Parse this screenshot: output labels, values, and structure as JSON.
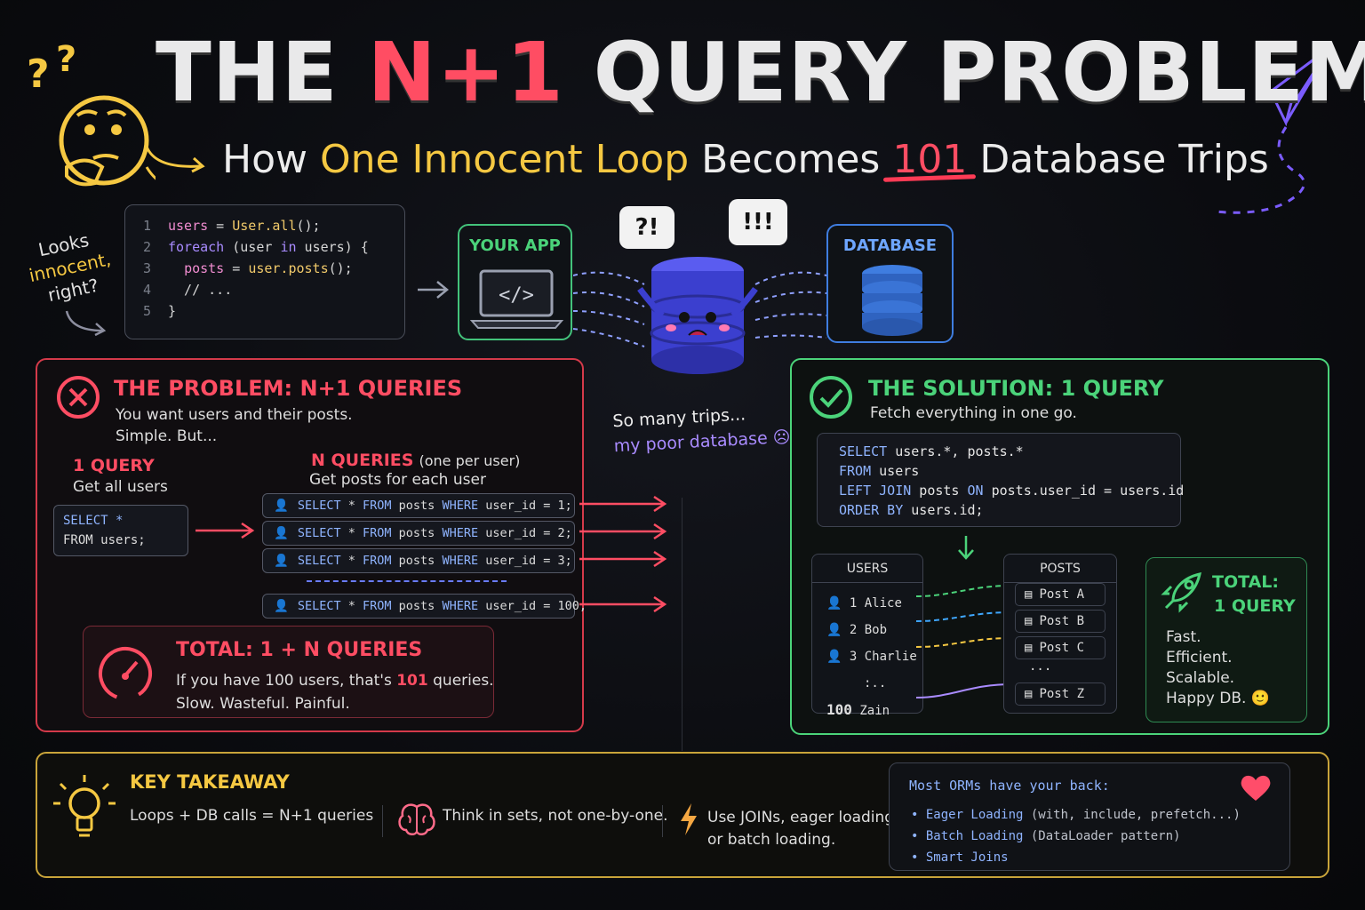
{
  "title": {
    "prefix": "THE ",
    "accent": "N+1",
    "suffix": " QUERY PROBLEM:"
  },
  "subtitle": {
    "part1": "How ",
    "highlight": "One Innocent Loop",
    "part2": " Becomes ",
    "number": "101",
    "part3": " Database Trips"
  },
  "note_looks": {
    "line1": "Looks",
    "line2": "innocent,",
    "line3": "right?"
  },
  "code": {
    "lines": [
      {
        "num": "1",
        "text": "users = User.all();"
      },
      {
        "num": "2",
        "text": "foreach (user in users) {"
      },
      {
        "num": "3",
        "text": "  posts = user.posts();"
      },
      {
        "num": "4",
        "text": "  // ..."
      },
      {
        "num": "5",
        "text": "}"
      }
    ]
  },
  "app": {
    "title": "YOUR APP",
    "icon": "laptop-code-icon"
  },
  "database": {
    "title": "DATABASE",
    "icon": "database-stack-icon"
  },
  "mascot": {
    "bubble1": "?!",
    "bubble2": "!!!",
    "caption1": "So many trips...",
    "caption2": "my poor database ☹"
  },
  "problem": {
    "title_prefix": "THE PROBLEM: ",
    "title_accent": "N+1 QUERIES",
    "desc1": "You want users and their posts.",
    "desc2": "Simple. But...",
    "one_query_title": "1 QUERY",
    "one_query_desc": "Get all users",
    "one_query_sql1": "SELECT *",
    "one_query_sql2": "FROM users;",
    "n_title": "N QUERIES",
    "n_note": "(one per user)",
    "n_desc": "Get posts for each user",
    "queries": [
      {
        "id": "1;"
      },
      {
        "id": "2;"
      },
      {
        "id": "3;"
      },
      {
        "id": "100;"
      }
    ],
    "sql_select": "SELECT",
    "sql_star": "*",
    "sql_from": "FROM",
    "sql_table": "posts",
    "sql_where": "WHERE",
    "sql_cond": "user_id =",
    "total_label": "TOTAL:",
    "total_value": "1 + N QUERIES",
    "total_desc_pre": "If you have 100 users, that's ",
    "total_desc_num": "101",
    "total_desc_post": " queries.",
    "total_desc2": "Slow. Wasteful. Painful."
  },
  "solution": {
    "title_prefix": "THE SOLUTION: ",
    "title_accent": "1 QUERY",
    "desc": "Fetch everything in one go.",
    "sql": [
      {
        "kw": "SELECT",
        "rest": " users.*, posts.*"
      },
      {
        "kw": "FROM",
        "rest": " users"
      },
      {
        "kw": "LEFT JOIN",
        "rest": " posts ",
        "kw2": "ON",
        "rest2": " posts.user_id = users.id"
      },
      {
        "kw": "ORDER BY",
        "rest": " users.id;"
      }
    ],
    "users_header": "USERS",
    "posts_header": "POSTS",
    "users": [
      {
        "num": "1",
        "name": "Alice"
      },
      {
        "num": "2",
        "name": "Bob"
      },
      {
        "num": "3",
        "name": "Charlie"
      }
    ],
    "users_ellipsis": ":..",
    "last_user_num": "100",
    "last_user_name": "Zain",
    "posts": [
      "Post A",
      "Post B",
      "Post C"
    ],
    "posts_ellipsis": "...",
    "last_post": "Post Z",
    "total_label": "TOTAL:",
    "total_value": "1 QUERY",
    "benefits": [
      "Fast.",
      "Efficient.",
      "Scalable.",
      "Happy DB. 🙂"
    ]
  },
  "takeaway": {
    "title": "KEY TAKEAWAY",
    "item1": "Loops + DB calls = N+1 queries",
    "item2": "Think in sets, not one-by-one.",
    "item3_line1": "Use JOINs, eager loading,",
    "item3_line2": "or batch loading.",
    "orm_title": "Most ORMs have your back:",
    "orm_items": [
      {
        "name": "Eager Loading",
        "detail": " (with, include, prefetch...)"
      },
      {
        "name": "Batch Loading",
        "detail": " (DataLoader pattern)"
      },
      {
        "name": "Smart Joins",
        "detail": ""
      }
    ]
  },
  "colors": {
    "red": "#ff4d63",
    "green": "#4bd37a",
    "blue": "#3f7de0",
    "yellow": "#f5c842",
    "purple": "#a98bff"
  }
}
